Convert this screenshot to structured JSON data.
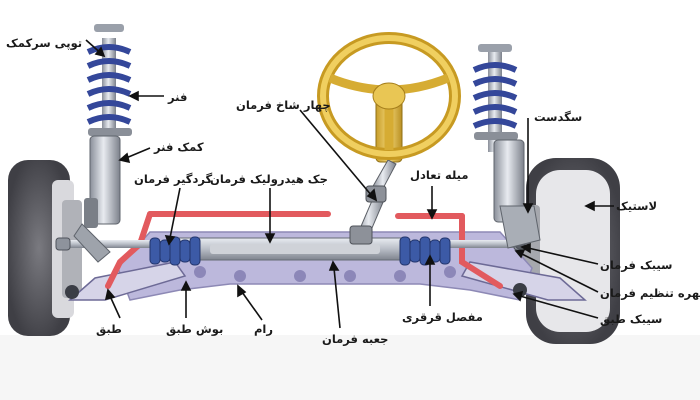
{
  "labels": {
    "top_mount": "توپی سرکمک",
    "spring": "فنر",
    "shock_absorber": "کمک فنر",
    "dust_boot": "گردگیر فرمان",
    "rack_gear": "جک هیدرولیک فرمان",
    "steering_wheel": "چهار شاخ فرمان",
    "strut_bearing": "سگدست",
    "stabilizer_bar": "میله تعادل",
    "tire": "لاستیک",
    "tie_rod": "سیبک فرمان",
    "tie_rod_adjust_nut": "مهره تنظیم فرمان",
    "lower_ball_joint": "سیبک طبق",
    "control_arm": "طبق",
    "control_arm_bushing": "بوش طبق",
    "subframe": "رام",
    "steering_box": "جعبه فرمان",
    "u_joint": "مفصل قرقری"
  },
  "colors": {
    "spring_blue": "#3b4a9e",
    "chrome": "#c8ccd3",
    "rubber_dark": "#33363d",
    "stabilizer_red": "#e0575b",
    "wheel_yellow": "#e6c24a",
    "tire": "#5a5a5f",
    "rim": "#ececec",
    "frame_lilac": "#b9b6d8",
    "boot_blue": "#3c5aa6"
  }
}
